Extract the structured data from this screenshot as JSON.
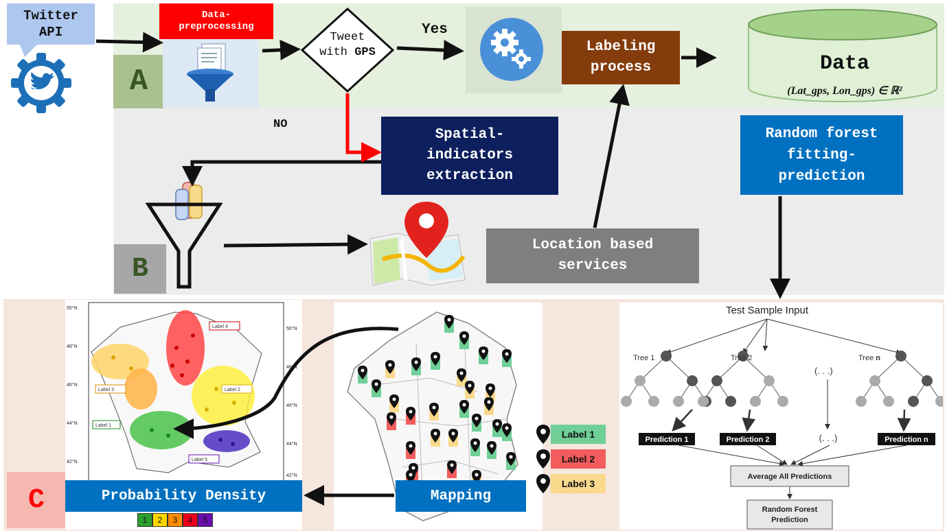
{
  "twitter": {
    "label_line1": "Twitter",
    "label_line2": "API"
  },
  "section_a": {
    "letter": "A",
    "preprocessing": "Data-preprocessing",
    "decision_line1": "Tweet",
    "decision_line2": "with",
    "decision_gps": "GPS",
    "yes": "Yes",
    "labeling_line1": "Labeling",
    "labeling_line2": "process",
    "data_title": "Data",
    "data_formula": "(Lat_gps, Lon_gps) ∈ ℝ²"
  },
  "section_b": {
    "letter": "B",
    "no": "NO",
    "spatial": [
      "Spatial-",
      "indicators",
      "extraction"
    ],
    "location": [
      "Location based",
      "services"
    ],
    "random_forest": [
      "Random forest",
      "fitting-",
      "prediction"
    ]
  },
  "section_c": {
    "letter": "C",
    "probability_density": "Probability Density",
    "mapping": "Mapping",
    "density_scale": [
      "1",
      "2",
      "3",
      "4",
      "5"
    ],
    "scale_colors": [
      "#2ca02c",
      "#ffd700",
      "#ff8c00",
      "#e8001c",
      "#6a0dad"
    ],
    "map_labels": [
      "Label 1",
      "Label 2",
      "Label 3"
    ],
    "map_label_colors": [
      "#6fcf97",
      "#f25c5c",
      "#f9d98b"
    ],
    "density_map_labels": [
      "Label 4",
      "Label 3",
      "Label 2",
      "Label 1",
      "Label 5"
    ],
    "lat_left": [
      "50°N",
      "48°N",
      "46°N",
      "44°N",
      "42°N"
    ],
    "lat_right": [
      "50°N",
      "48°N",
      "46°N",
      "44°N",
      "42°N"
    ]
  },
  "rf_diagram": {
    "input": "Test Sample Input",
    "trees": [
      "Tree 1",
      "Tree 2",
      "(. . .)",
      "Tree"
    ],
    "tree_n_suffix": "n",
    "predictions": [
      "Prediction 1",
      "Prediction 2",
      "(. . .)",
      "Prediction n"
    ],
    "average": "Average All Predictions",
    "final_line1": "Random Forest",
    "final_line2": "Prediction"
  },
  "colors": {
    "section_a_bg": "#e5f0de",
    "section_b_bg": "#ececec",
    "section_c_bg": "#f5e6de",
    "preprocessing_red": "#ff0000",
    "labeling_brown": "#843c0c",
    "spatial_navy": "#0d1f5c",
    "location_gray": "#7f7f7f",
    "rf_blue": "#0070c0",
    "letter_green": "#375623",
    "letter_red": "#ff0000"
  }
}
